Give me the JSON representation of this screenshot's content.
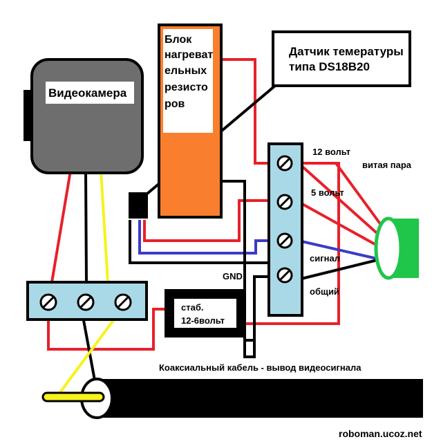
{
  "camera": {
    "label": "Видеокамера"
  },
  "heater": {
    "lines": [
      "Блок",
      "нагреват",
      "ельных",
      "резисто",
      "ров"
    ]
  },
  "sensor": {
    "lines": [
      "Датчик темературы",
      "типа DS18B20"
    ]
  },
  "terminals": {
    "v12": "12 вольт",
    "v5": "5 вольт",
    "signal": "сигнал",
    "common": "общий"
  },
  "twisted_pair": {
    "label": "витая пара"
  },
  "gnd": {
    "label": "GND"
  },
  "regulator": {
    "lines": [
      "стаб.",
      "12-6вольт"
    ]
  },
  "coax": {
    "label": "Коаксиальный кабель - вывод видеосигнала"
  },
  "watermark": "roboman.ucoz.net",
  "colors": {
    "red": "#e8202a",
    "blue": "#3b3bc8",
    "yellow": "#f7f21e",
    "black": "#000000",
    "camera_body": "#6e6e6e",
    "heater": "#f97f2e",
    "terminal_block": "#a9d9e6",
    "connector": "#1fc64a"
  }
}
